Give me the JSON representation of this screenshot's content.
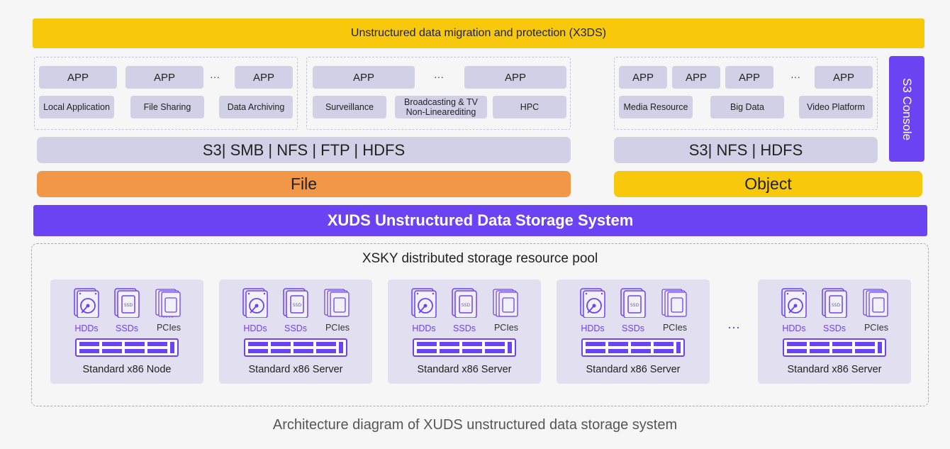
{
  "banner": {
    "title": "Unstructured data migration and protection (X3DS)"
  },
  "file_group": {
    "left": {
      "apps": [
        "APP",
        "APP",
        "APP"
      ],
      "ellipsis": "···",
      "labels": [
        "Local Application",
        "File Sharing",
        "Data Archiving"
      ]
    },
    "right": {
      "apps": [
        "APP",
        "APP"
      ],
      "ellipsis": "···",
      "labels": [
        "Surveillance",
        "Broadcasting & TV\nNon-Linearediting",
        "HPC"
      ]
    },
    "protocols": "S3| SMB | NFS | FTP | HDFS",
    "category": "File"
  },
  "object_group": {
    "apps": [
      "APP",
      "APP",
      "APP",
      "APP"
    ],
    "ellipsis": "···",
    "labels": [
      "Media Resource",
      "Big Data",
      "Video Platform"
    ],
    "protocols": "S3| NFS | HDFS",
    "category": "Object"
  },
  "console": {
    "label": "S3 Console"
  },
  "xuds": {
    "title": "XUDS Unstructured Data Storage System"
  },
  "pool": {
    "title": "XSKY distributed storage resource pool",
    "ellipsis": "···",
    "device_labels": {
      "hdd": "HDDs",
      "ssd": "SSDs",
      "pcie": "PCIes"
    },
    "nodes": [
      {
        "title": "Standard x86 Node"
      },
      {
        "title": "Standard x86 Server"
      },
      {
        "title": "Standard x86 Server"
      },
      {
        "title": "Standard x86 Server"
      },
      {
        "title": "Standard x86 Server"
      }
    ]
  },
  "colors": {
    "banner": "#f7c80c",
    "purple": "#6c43f2",
    "file": "#f29647",
    "object": "#f7c80c",
    "pill": "#d2d0e6",
    "device_label": "#6c43f2"
  },
  "caption": "Architecture diagram of XUDS unstructured data storage system"
}
